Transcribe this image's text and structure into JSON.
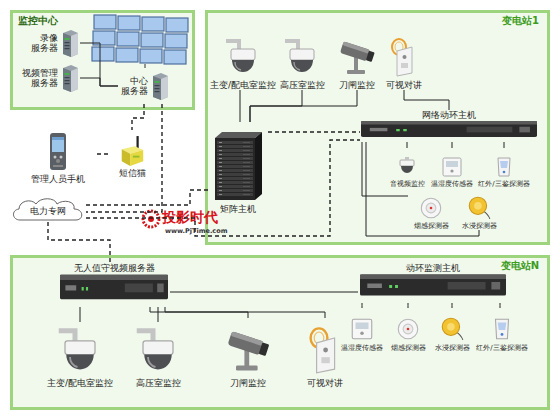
{
  "diagram": {
    "nodes": [
      {
        "text": [
          "监控中心"
        ]
      },
      {
        "text": [
          "录像 服务器"
        ],
        "in": 0
      },
      {
        "text": [
          "视频管理 服务器"
        ],
        "in": 0
      },
      {
        "text": [
          "中心 服务器"
        ],
        "in": 0
      },
      {
        "text": [
          "管理人员手机"
        ]
      },
      {
        "text": [
          "短信猫"
        ]
      },
      {
        "text": [
          "电力专网"
        ]
      },
      {
        "text": [
          "变电站1"
        ]
      },
      {
        "text": [
          "主变/配电室监控"
        ],
        "in": 7
      },
      {
        "text": [
          "高压室监控"
        ],
        "in": 7
      },
      {
        "text": [
          "刀闸监控"
        ],
        "in": 7
      },
      {
        "text": [
          "可视对讲"
        ],
        "in": 7
      },
      {
        "text": [
          "矩阵主机"
        ],
        "in": 7
      },
      {
        "text": [
          "网络动环主机"
        ],
        "in": 7
      },
      {
        "text": [
          "音视频监控"
        ],
        "in": 7
      },
      {
        "text": [
          "温湿度传感器"
        ],
        "in": 7
      },
      {
        "text": [
          "红外/三鉴探测器"
        ],
        "in": 7
      },
      {
        "text": [
          "烟感探测器"
        ],
        "in": 7
      },
      {
        "text": [
          "水浸探测器"
        ],
        "in": 7
      },
      {
        "text": [
          "变电站N"
        ]
      },
      {
        "text": [
          "无人值守视频服务器"
        ],
        "in": 19
      },
      {
        "text": [
          "动环监测主机"
        ],
        "in": 19
      },
      {
        "text": [
          "主变/配电室监控"
        ],
        "in": 19
      },
      {
        "text": [
          "高压室监控"
        ],
        "in": 19
      },
      {
        "text": [
          "刀闸监控"
        ],
        "in": 19
      },
      {
        "text": [
          "可视对讲"
        ],
        "in": 19
      },
      {
        "text": [
          "温湿度传感器"
        ],
        "in": 19
      },
      {
        "text": [
          "烟感探测器"
        ],
        "in": 19
      },
      {
        "text": [
          "水浸探测器"
        ],
        "in": 19
      },
      {
        "text": [
          "红外/三鉴探测器"
        ],
        "in": 19
      }
    ],
    "edges": [
      {
        "from": 1,
        "to": 3,
        "arrow": "none"
      },
      {
        "from": 2,
        "to": 3,
        "arrow": "none"
      },
      {
        "from": 3,
        "to": 5,
        "arrow": "none"
      },
      {
        "from": 5,
        "to": 4,
        "arrow": "none"
      },
      {
        "from": 3,
        "to": 6,
        "arrow": "none"
      },
      {
        "from": 6,
        "to": 12,
        "arrow": "none"
      },
      {
        "from": 6,
        "to": 13,
        "arrow": "none"
      },
      {
        "from": 6,
        "to": 20,
        "arrow": "none"
      },
      {
        "from": 8,
        "to": 12,
        "arrow": "none"
      },
      {
        "from": 9,
        "to": 12,
        "arrow": "none"
      },
      {
        "from": 10,
        "to": 12,
        "arrow": "none"
      },
      {
        "from": 11,
        "to": 13,
        "arrow": "none"
      },
      {
        "from": 12,
        "to": 13,
        "arrow": "none"
      },
      {
        "from": 13,
        "to": 14,
        "arrow": "none"
      },
      {
        "from": 13,
        "to": 15,
        "arrow": "none"
      },
      {
        "from": 13,
        "to": 16,
        "arrow": "none"
      },
      {
        "from": 13,
        "to": 17,
        "arrow": "none"
      },
      {
        "from": 13,
        "to": 18,
        "arrow": "none"
      },
      {
        "from": 20,
        "to": 21,
        "arrow": "none"
      },
      {
        "from": 22,
        "to": 20,
        "arrow": "none"
      },
      {
        "from": 23,
        "to": 20,
        "arrow": "none"
      },
      {
        "from": 24,
        "to": 20,
        "arrow": "none"
      },
      {
        "from": 20,
        "to": 25,
        "arrow": "none"
      },
      {
        "from": 21,
        "to": 26,
        "arrow": "none"
      },
      {
        "from": 21,
        "to": 27,
        "arrow": "none"
      },
      {
        "from": 21,
        "to": 28,
        "arrow": "none"
      },
      {
        "from": 21,
        "to": 29,
        "arrow": "none"
      }
    ],
    "labels": [
      "投影时代",
      "www.PjTime.com"
    ]
  }
}
